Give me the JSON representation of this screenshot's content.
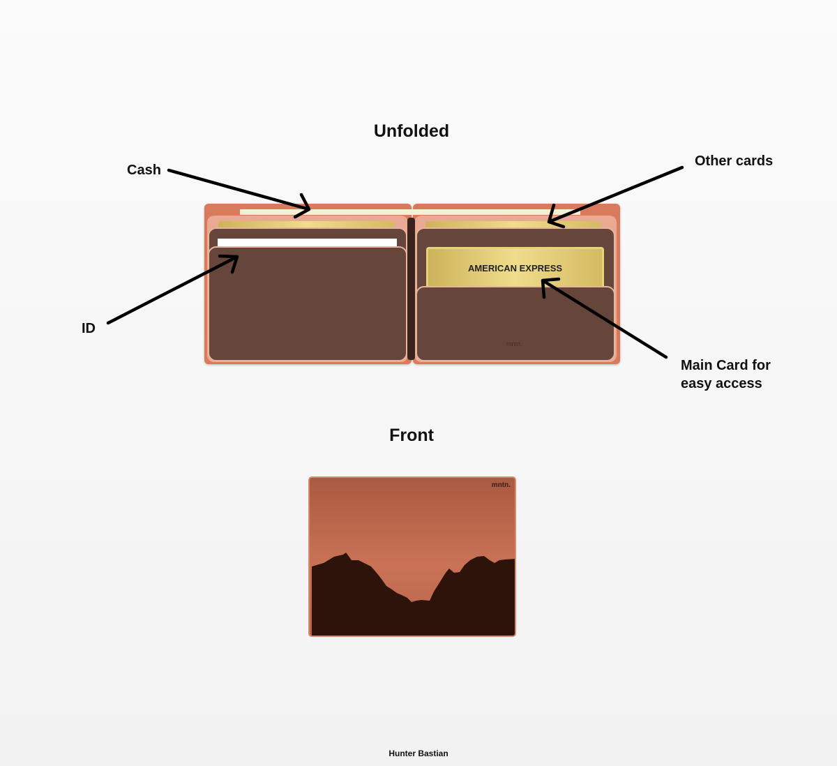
{
  "titles": {
    "unfolded": "Unfolded",
    "front": "Front"
  },
  "labels": {
    "cash": "Cash",
    "other_cards": "Other cards",
    "id": "ID",
    "main_card_1": "Main Card for",
    "main_card_2": "easy access"
  },
  "wallet": {
    "card_brand": "AMERICAN EXPRESS",
    "logo": "mntn.",
    "colors": {
      "leather": "#d97a5c",
      "pocket": "#66453b",
      "lining": "#eaa993"
    }
  },
  "front_card": {
    "logo": "mntn.",
    "colors": {
      "sky_top": "#a95a41",
      "sky_bottom": "#c97256",
      "mountain": "#2e130b"
    }
  },
  "footer": {
    "author": "Hunter Bastian"
  }
}
